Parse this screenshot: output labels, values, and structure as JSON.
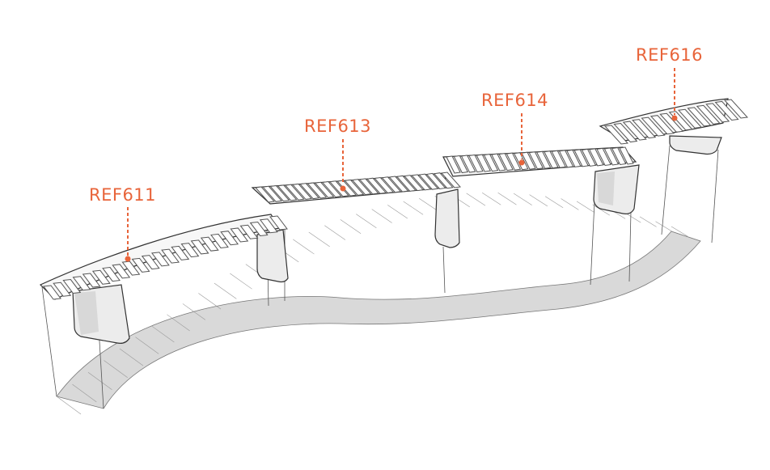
{
  "diagram": {
    "callouts": [
      {
        "id": "ref611",
        "label": "REF611"
      },
      {
        "id": "ref613",
        "label": "REF613"
      },
      {
        "id": "ref614",
        "label": "REF614"
      },
      {
        "id": "ref616",
        "label": "REF616"
      }
    ],
    "accent_color": "#e8643a"
  }
}
